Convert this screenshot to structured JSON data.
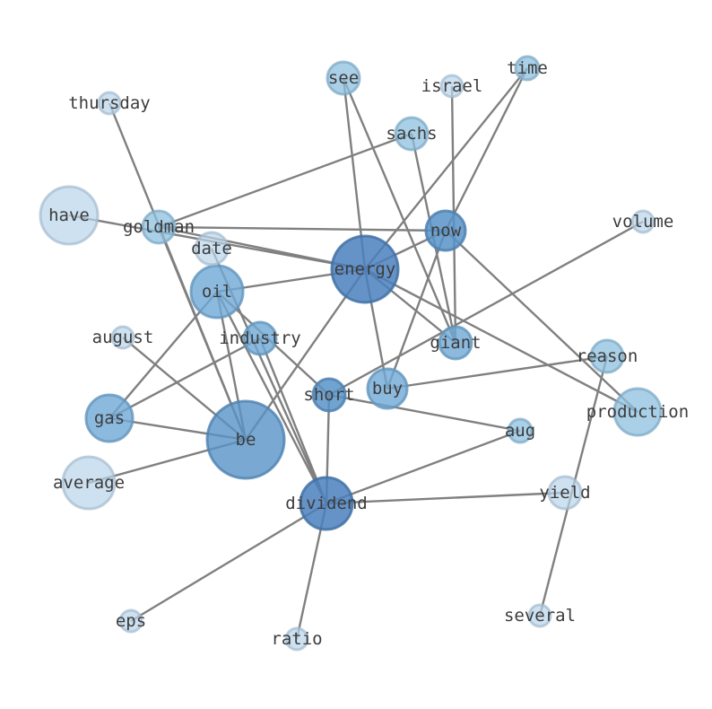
{
  "nodes": [
    {
      "id": "energy",
      "label": "energy",
      "level": 5
    },
    {
      "id": "be",
      "label": "be",
      "level": 4
    },
    {
      "id": "dividend",
      "label": "dividend",
      "level": 5
    },
    {
      "id": "oil",
      "label": "oil",
      "level": 3
    },
    {
      "id": "now",
      "label": "now",
      "level": 4
    },
    {
      "id": "gas",
      "label": "gas",
      "level": 3
    },
    {
      "id": "have",
      "label": "have",
      "level": 1
    },
    {
      "id": "average",
      "label": "average",
      "level": 1
    },
    {
      "id": "production",
      "label": "production",
      "level": 2
    },
    {
      "id": "buy",
      "label": "buy",
      "level": 3
    },
    {
      "id": "giant",
      "label": "giant",
      "level": 3
    },
    {
      "id": "short",
      "label": "short",
      "level": 4
    },
    {
      "id": "industry",
      "label": "industry",
      "level": 3
    },
    {
      "id": "goldman",
      "label": "goldman",
      "level": 2
    },
    {
      "id": "sachs",
      "label": "sachs",
      "level": 2
    },
    {
      "id": "see",
      "label": "see",
      "level": 2
    },
    {
      "id": "date",
      "label": "date",
      "level": 1
    },
    {
      "id": "reason",
      "label": "reason",
      "level": 2
    },
    {
      "id": "time",
      "label": "time",
      "level": 2
    },
    {
      "id": "aug",
      "label": "aug",
      "level": 2
    },
    {
      "id": "yield",
      "label": "yield",
      "level": 1
    },
    {
      "id": "israel",
      "label": "israel",
      "level": 1
    },
    {
      "id": "thursday",
      "label": "thursday",
      "level": 1
    },
    {
      "id": "volume",
      "label": "volume",
      "level": 1
    },
    {
      "id": "august",
      "label": "august",
      "level": 1
    },
    {
      "id": "eps",
      "label": "eps",
      "level": 1
    },
    {
      "id": "ratio",
      "label": "ratio",
      "level": 1
    },
    {
      "id": "several",
      "label": "several",
      "level": 1
    }
  ],
  "edges": [
    [
      "have",
      "energy"
    ],
    [
      "goldman",
      "energy"
    ],
    [
      "goldman",
      "now"
    ],
    [
      "goldman",
      "sachs"
    ],
    [
      "goldman",
      "be"
    ],
    [
      "thursday",
      "be"
    ],
    [
      "energy",
      "oil"
    ],
    [
      "energy",
      "now"
    ],
    [
      "energy",
      "buy"
    ],
    [
      "energy",
      "giant"
    ],
    [
      "energy",
      "production"
    ],
    [
      "energy",
      "time"
    ],
    [
      "energy",
      "be"
    ],
    [
      "see",
      "energy"
    ],
    [
      "see",
      "giant"
    ],
    [
      "israel",
      "giant"
    ],
    [
      "sachs",
      "giant"
    ],
    [
      "time",
      "now"
    ],
    [
      "now",
      "buy"
    ],
    [
      "now",
      "production"
    ],
    [
      "volume",
      "short"
    ],
    [
      "oil",
      "gas"
    ],
    [
      "oil",
      "be"
    ],
    [
      "oil",
      "short"
    ],
    [
      "date",
      "dividend"
    ],
    [
      "industry",
      "dividend"
    ],
    [
      "industry",
      "gas"
    ],
    [
      "august",
      "be"
    ],
    [
      "gas",
      "be"
    ],
    [
      "average",
      "be"
    ],
    [
      "short",
      "dividend"
    ],
    [
      "short",
      "aug"
    ],
    [
      "buy",
      "reason"
    ],
    [
      "reason",
      "several"
    ],
    [
      "dividend",
      "yield"
    ],
    [
      "dividend",
      "aug"
    ],
    [
      "dividend",
      "eps"
    ],
    [
      "dividend",
      "ratio"
    ],
    [
      "oil",
      "dividend"
    ]
  ],
  "colors": {
    "level1": "#b8d4ea",
    "level2": "#8ec0e0",
    "level3": "#6fa9d6",
    "level4": "#5893c8",
    "level5": "#4a80bd",
    "edge": "#808080",
    "label": "#3c3c3c"
  }
}
